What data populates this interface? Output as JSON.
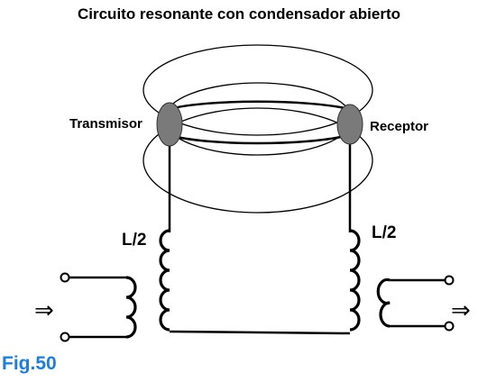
{
  "title": "Circuito resonante con condensador abierto",
  "labels": {
    "transmitter": "Transmisor",
    "receiver": "Receptor",
    "coil_left": "L/2",
    "coil_right": "L/2"
  },
  "arrows": {
    "input": "⇒",
    "output": "⇒"
  },
  "figure_label": "Fig.50",
  "colors": {
    "figure_label": "#1a7fe0",
    "node_fill": "#7a7a7a"
  }
}
